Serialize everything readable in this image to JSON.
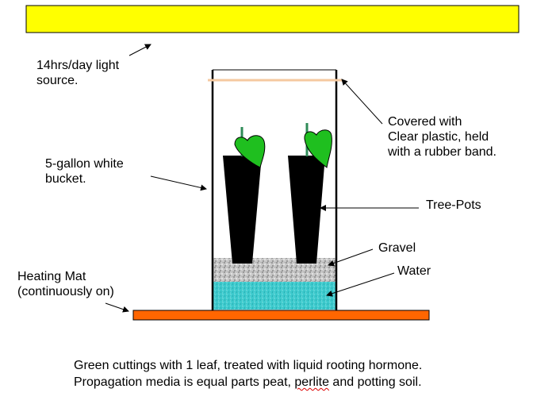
{
  "labels": {
    "light_source": [
      "14hrs/day light",
      "source."
    ],
    "bucket": [
      "5-gallon white",
      "bucket."
    ],
    "cover": [
      "Covered with",
      "Clear plastic, held",
      "with a rubber band."
    ],
    "tree_pots": "Tree-Pots",
    "gravel": "Gravel",
    "water": "Water",
    "heating_mat": [
      "Heating Mat",
      "(continuously on)"
    ]
  },
  "caption": {
    "line1": "Green cuttings with 1 leaf, treated with liquid rooting hormone.",
    "line2_before": "Propagation media is equal parts peat, ",
    "line2_flagged": "perlite",
    "line2_after": " and potting soil."
  },
  "colors": {
    "light_source": "#ffff00",
    "heating_mat": "#ff6600",
    "rubber_band": "#f5c9a0",
    "leaf": "#1fbf1f",
    "stem": "#2e8b57",
    "pot": "#000000",
    "water": "#33cccc",
    "gravel": "#cccccc"
  }
}
